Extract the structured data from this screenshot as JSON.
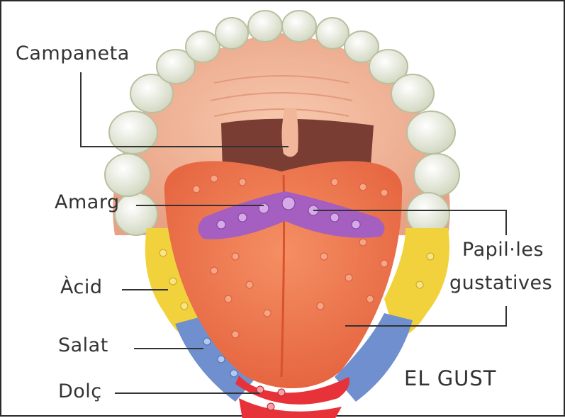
{
  "labels": {
    "campaneta": "Campaneta",
    "amarg": "Amarg",
    "acid": "Àcid",
    "salat": "Salat",
    "dolc": "Dolç",
    "papilles_line1": "Papil·les",
    "papilles_line2": "gustatives"
  },
  "title": "EL GUST",
  "colors": {
    "gum": "#f2b79a",
    "teeth": "#e9ecde",
    "throat": "#7a3d33",
    "tongue": "#ef7c55",
    "bitter": "#a45fc0",
    "sour": "#f2d23c",
    "salty": "#6f8fcf",
    "sweet": "#e8323a"
  }
}
